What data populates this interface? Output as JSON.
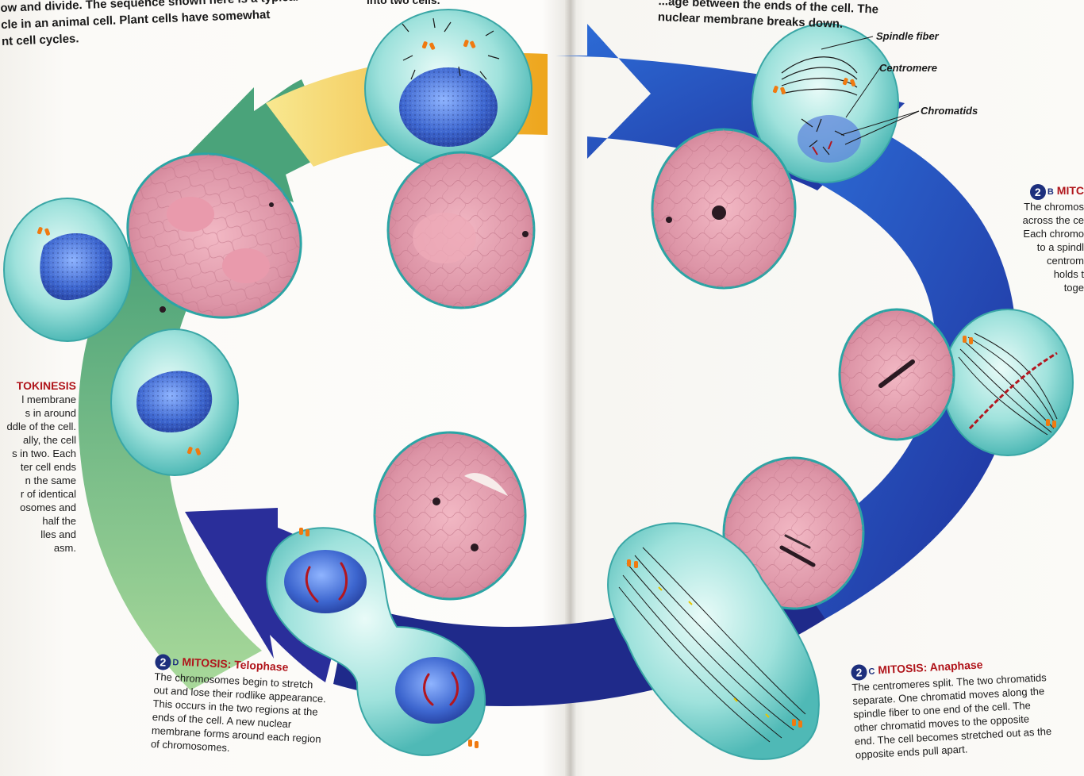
{
  "intro_left": {
    "lines": [
      "ow and divide. The sequence shown here is a typical",
      "cle in an animal cell. Plant cells have somewhat",
      "nt cell cycles."
    ]
  },
  "intro_mid": "into two cells.",
  "intro_right": {
    "lines": [
      "...age between the ends of the cell. The",
      "nuclear membrane breaks down."
    ]
  },
  "labels": {
    "spindle_fiber": "Spindle fiber",
    "centromere": "Centromere",
    "chromatids": "Chromatids"
  },
  "cytokinesis": {
    "heading": "TOKINESIS",
    "lines": [
      "l membrane",
      "s in around",
      "ddle of the cell.",
      "ally, the cell",
      "s in two. Each",
      "ter cell ends",
      "n the same",
      "r of identical",
      "osomes and",
      "half the",
      "lles and",
      "asm."
    ]
  },
  "mitosis_b": {
    "badge_number": "2",
    "badge_letter": "B",
    "heading": "MITC",
    "lines": [
      "The chromos",
      "across the ce",
      "Each chromo",
      "to a spindl",
      "centrom",
      "holds t",
      "toge"
    ]
  },
  "telophase": {
    "badge_number": "2",
    "badge_letter": "D",
    "heading": "MITOSIS: Telophase",
    "lines": [
      "The chromosomes begin to stretch",
      "out and lose their rodlike appearance.",
      "This occurs in the two regions at the",
      "ends of the cell. A new nuclear",
      "membrane forms around each region",
      "of chromosomes."
    ]
  },
  "anaphase": {
    "badge_number": "2",
    "badge_letter": "C",
    "heading": "MITOSIS: Anaphase",
    "lines": [
      "The centromeres split. The two chromatids",
      "separate. One chromatid moves along the",
      "spindle fiber to one end of the cell. The",
      "other chromatid moves to the opposite",
      "end. The cell becomes stretched out as the",
      "opposite ends pull apart."
    ]
  },
  "colors": {
    "cycle_yellow": "#f3c42a",
    "cycle_green": "#4fa97a",
    "cycle_blue": "#2a4fc0",
    "cycle_navy": "#1f2a8a",
    "cell_cyan": "#8fdcd8",
    "nucleus_blue": "#3f6fd0",
    "micrograph_pink": "#e7a6b4",
    "heading_red": "#b0151b"
  }
}
